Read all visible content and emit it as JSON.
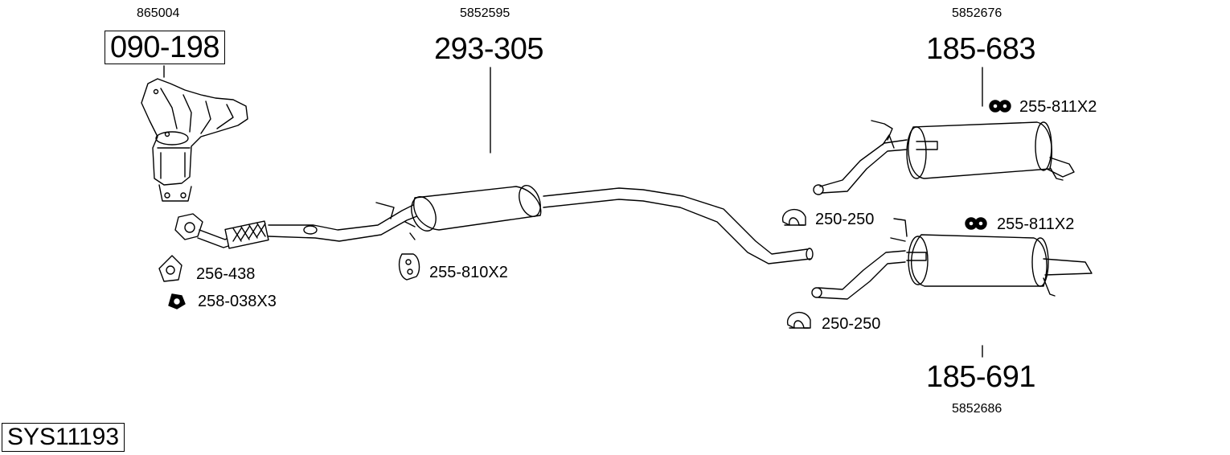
{
  "system_code": "SYS11193",
  "parts": {
    "manifold": {
      "oe": "865004",
      "number": "090-198"
    },
    "center_silencer": {
      "oe": "5852595",
      "number": "293-305"
    },
    "rear_silencer_a": {
      "oe": "5852676",
      "number": "185-683"
    },
    "rear_silencer_b": {
      "oe": "5852686",
      "number": "185-691"
    }
  },
  "accessories": {
    "gasket": "256-438",
    "nut": "258-038X3",
    "hanger_center": "255-810X2",
    "hanger_rear_a": "255-811X2",
    "hanger_rear_b": "255-811X2",
    "clamp_a": "250-250",
    "clamp_b": "250-250"
  }
}
